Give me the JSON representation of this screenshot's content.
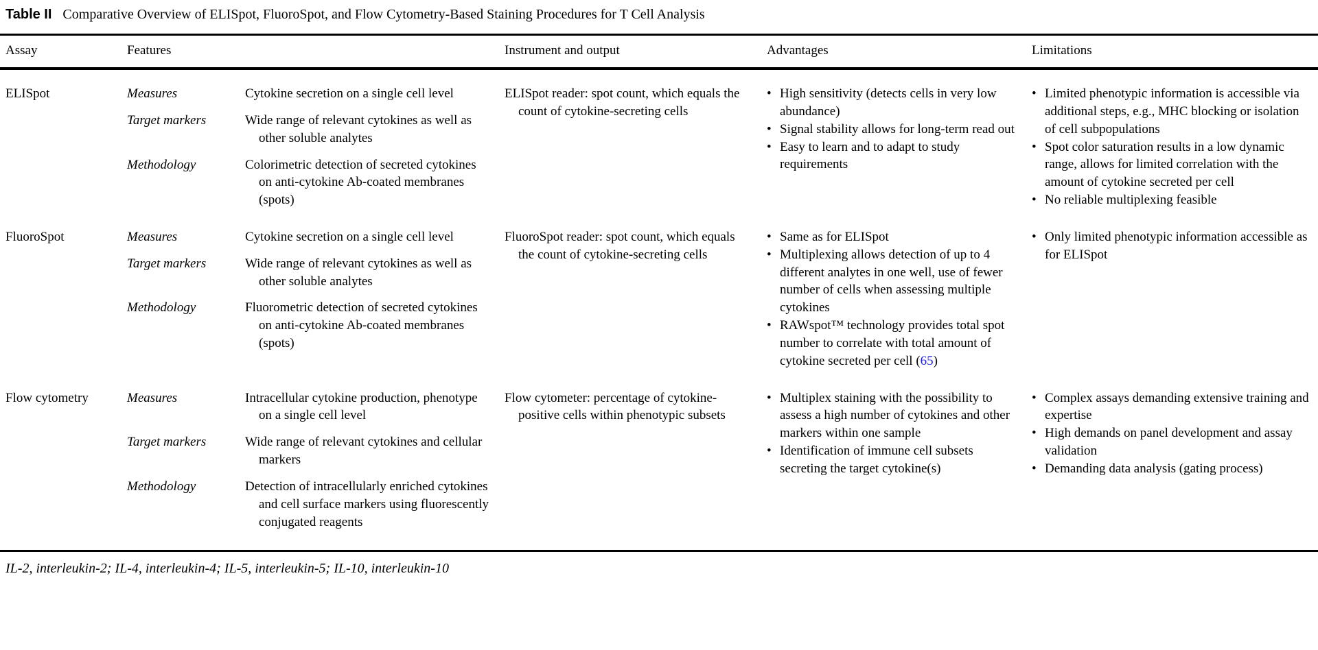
{
  "title": {
    "label": "Table II",
    "caption": "Comparative Overview of ELISpot, FluoroSpot, and Flow Cytometry-Based Staining Procedures for T Cell Analysis"
  },
  "columns": [
    "Assay",
    "Features",
    "Instrument and output",
    "Advantages",
    "Limitations"
  ],
  "icons": {
    "bullet": "•"
  },
  "colors": {
    "link": "#2222dd",
    "text": "#000000",
    "rule": "#000000"
  },
  "rows": [
    {
      "assay": "ELISpot",
      "features": [
        {
          "label": "Measures",
          "text": "Cytokine secretion on a single cell level"
        },
        {
          "label": "Target markers",
          "text": "Wide range of relevant cytokines as well as other soluble analytes"
        },
        {
          "label": "Methodology",
          "text": "Colorimetric detection of secreted cytokines on anti-cytokine Ab-coated membranes (spots)"
        }
      ],
      "instrument": "ELISpot reader: spot count, which equals the count of cytokine-secreting cells",
      "advantages": [
        "High sensitivity (detects cells in very low abundance)",
        "Signal stability allows for long-term read out",
        "Easy to learn and to adapt to study requirements"
      ],
      "limitations": [
        "Limited phenotypic information is accessible via additional steps, e.g., MHC blocking or isolation of cell subpopulations",
        "Spot color saturation results in a low dynamic range, allows for limited correlation with the amount of cytokine secreted per cell",
        "No reliable multiplexing feasible"
      ]
    },
    {
      "assay": "FluoroSpot",
      "features": [
        {
          "label": "Measures",
          "text": "Cytokine secretion on a single cell level"
        },
        {
          "label": "Target markers",
          "text": "Wide range of relevant cytokines as well as other soluble analytes"
        },
        {
          "label": "Methodology",
          "text": "Fluorometric detection of secreted cytokines on anti-cytokine Ab-coated membranes (spots)"
        }
      ],
      "instrument": "FluoroSpot reader: spot count, which equals the count of cytokine-secreting cells",
      "advantages": [
        "Same as for ELISpot",
        "Multiplexing allows detection of up to 4 different analytes in one well, use of fewer number of cells when assessing multiple cytokines",
        {
          "pre": "RAWspot™ technology provides total spot number to correlate with total amount of cytokine secreted per cell (",
          "link": "65",
          "post": ")"
        }
      ],
      "limitations": [
        "Only limited phenotypic information accessible as for ELISpot"
      ]
    },
    {
      "assay": "Flow cytometry",
      "features": [
        {
          "label": "Measures",
          "text": "Intracellular cytokine production, phenotype on a single cell level"
        },
        {
          "label": "Target markers",
          "text": "Wide range of relevant cytokines and cellular markers"
        },
        {
          "label": "Methodology",
          "text": "Detection of intracellularly enriched cytokines and cell surface markers using fluorescently conjugated reagents"
        }
      ],
      "instrument": "Flow cytometer: percentage of cytokine-positive cells within phenotypic subsets",
      "advantages": [
        "Multiplex staining with the possibility to assess a high number of cytokines and other markers within one sample",
        "Identification of immune cell subsets secreting the target cytokine(s)"
      ],
      "limitations": [
        "Complex assays demanding extensive training and expertise",
        "High demands on panel development and assay validation",
        "Demanding data analysis (gating process)"
      ]
    }
  ],
  "footnote": "IL-2, interleukin-2; IL-4, interleukin-4; IL-5, interleukin-5; IL-10, interleukin-10"
}
